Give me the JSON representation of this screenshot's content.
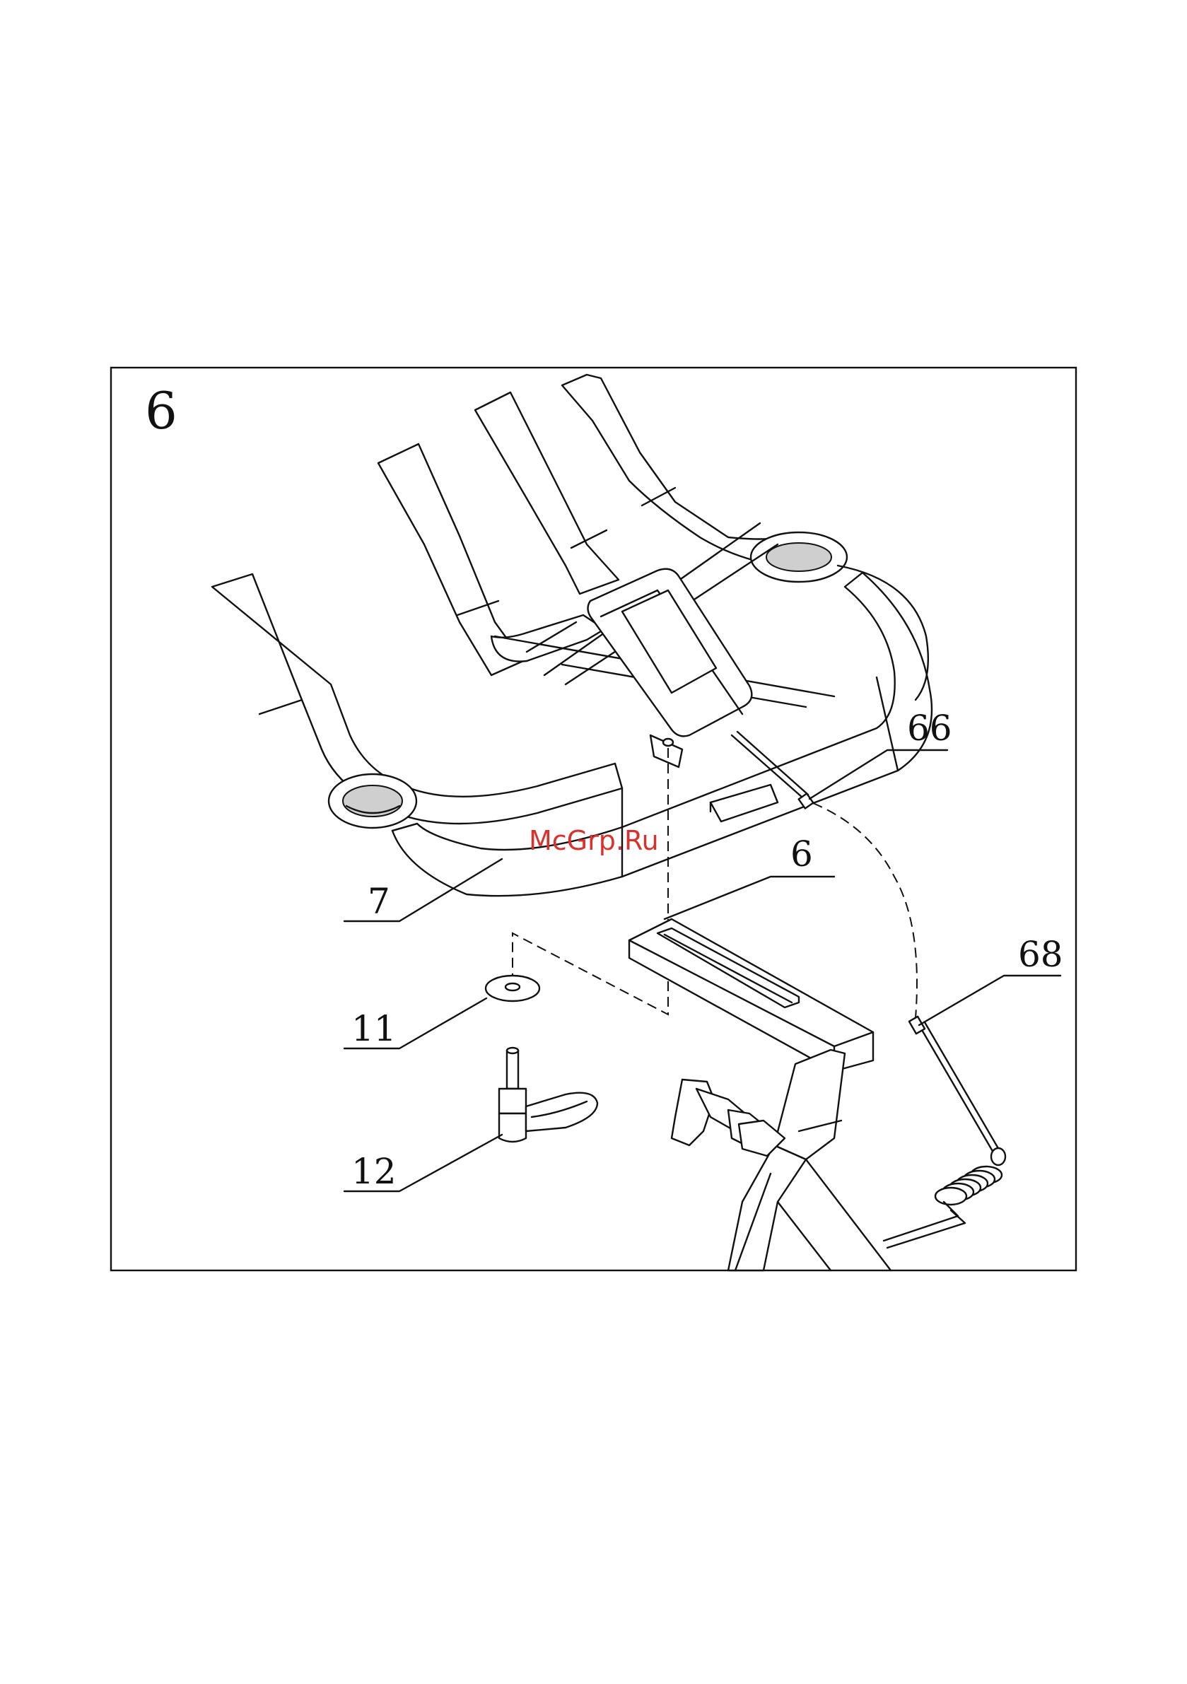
{
  "step": "6",
  "watermark": "McGrp.Ru",
  "callouts": {
    "c66": "66",
    "c6": "6",
    "c68": "68",
    "c7": "7",
    "c11": "11",
    "c12": "12"
  },
  "colors": {
    "line": "#111111",
    "watermark": "#d8322f",
    "background": "#ffffff"
  }
}
